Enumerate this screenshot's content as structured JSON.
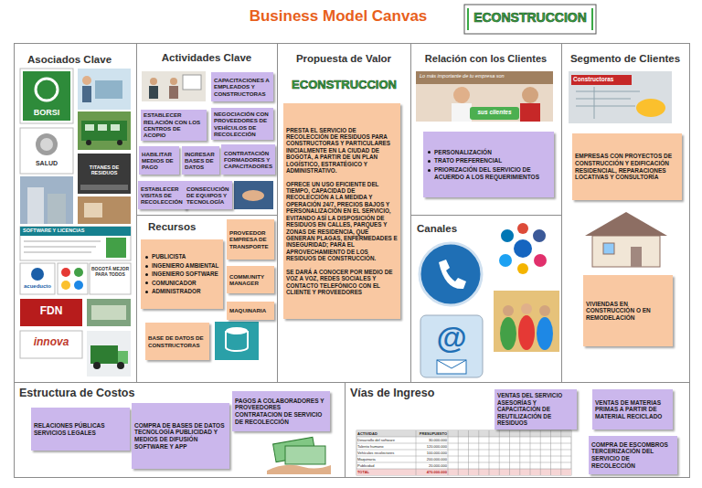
{
  "diagram": {
    "title": "Business Model Canvas",
    "nodes": [
      {
        "text": [
          "Asociados Clave"
        ]
      },
      {
        "text": [
          "Actividades Clave"
        ]
      },
      {
        "text": [
          "CAPACITACIONES A EMPLEADOS Y CONSTRUCTORAS"
        ],
        "in": 1
      },
      {
        "text": [
          "ESTABLECER RELACIÓN CON LOS CENTROS DE ACOPIO"
        ],
        "in": 1
      },
      {
        "text": [
          "NEGOCIACIÓN CON PROVEEDORES DE VEHÍCULOS DE RECOLECCIÓN"
        ],
        "in": 1
      },
      {
        "text": [
          "HABILITAR MEDIOS DE PAGO"
        ],
        "in": 1
      },
      {
        "text": [
          "INGRESAR BASES DE DATOS"
        ],
        "in": 1
      },
      {
        "text": [
          "CONTRATACIÓN FORMADORES Y CAPACITADORES"
        ],
        "in": 1
      },
      {
        "text": [
          "ESTABLECER VISITAS DE RECOLECCIÓN"
        ],
        "in": 1
      },
      {
        "text": [
          "CONSECUCIÓN DE EQUIPOS Y TECNOLOGÍA"
        ],
        "in": 1
      },
      {
        "text": [
          "Recursos"
        ]
      },
      {
        "text": [
          "PUBLICISTA",
          "INGENIERO AMBIENTAL",
          "INGENIERO SOFTWARE",
          "COMUNICADOR",
          "ADMINISTRADOR"
        ],
        "in": 10
      },
      {
        "text": [
          "PROVEEDOR EMPRESA DE TRANSPORTE"
        ],
        "in": 10
      },
      {
        "text": [
          "COMMUNITY MANAGER"
        ],
        "in": 10
      },
      {
        "text": [
          "MAQUINARIA"
        ],
        "in": 10
      },
      {
        "text": [
          "BASE DE DATOS DE CONSTRUCTORAS"
        ],
        "in": 10
      },
      {
        "text": [
          "Propuesta de Valor"
        ]
      },
      {
        "text": [
          "PRESTA EL SERVICIO DE RECOLECCIÓN DE RESIDUOS PARA CONSTRUCTORAS Y PARTICULARES INICIALMENTE EN LA CIUDAD DE BOGOTÁ, A PARTIR DE UN PLAN LOGÍSTICO, ESTRATÉGICO Y ADMINISTRATIVO.",
          "OFRECE UN USO EFICIENTE DEL TIEMPO, CAPACIDAD DE RECOLECCIÓN A LA MEDIDA Y OPERACIÓN 24/7, PRECIOS BAJOS Y PERSONALIZACIÓN EN EL SERVICIO, EVITANDO ASÍ LA DISPOSICIÓN DE RESIDUOS EN CALLES, PARQUES Y ZONAS DE RESIDENCIA, QUE GENERAN PLAGAS, ENFERMEDADES E INSEGURIDAD; PARA EL APROVECHAMIENTO DE LOS RESIDUOS DE CONSTRUCCIÓN.",
          "SE DARÁ A CONOCER POR MEDIO DE VOZ A VOZ, REDES SOCIALES Y CONTACTO TELEFÓNICO CON EL CLIENTE Y PROVEEDORES"
        ],
        "in": 16
      },
      {
        "text": [
          "Relación con los Clientes"
        ]
      },
      {
        "text": [
          "PERSONALIZACIÓN",
          "TRATO PREFERENCIAL",
          "PRIORIZACIÓN DEL SERVICIO DE ACUERDO A LOS REQUERIMIENTOS"
        ],
        "in": 18
      },
      {
        "text": [
          "Canales"
        ]
      },
      {
        "text": [
          "Segmento de Clientes"
        ]
      },
      {
        "text": [
          "EMPRESAS CON PROYECTOS DE CONSTRUCCIÓN Y EDIFICACIÓN RESIDENCIAL, REPARACIONES LOCATIVAS Y CONSULTORÍA"
        ],
        "in": 21
      },
      {
        "text": [
          "VIVIENDAS EN CONSTRUCCIÓN O EN REMODELACIÓN"
        ],
        "in": 21
      },
      {
        "text": [
          "Estructura de Costos"
        ]
      },
      {
        "text": [
          "RELACIONES PÚBLICAS SERVICIOS LEGALES"
        ],
        "in": 24
      },
      {
        "text": [
          "COMPRA DE BASES DE DATOS TECNOLOGÍA PUBLICIDAD Y MEDIOS DE DIFUSIÓN SOFTWARE Y APP"
        ],
        "in": 24
      },
      {
        "text": [
          "PAGOS A COLABORADORES Y PROVEEDORES CONTRATACION DE SERVICIO DE RECOLECCIÓN"
        ],
        "in": 24
      },
      {
        "text": [
          "Vías de Ingreso"
        ]
      },
      {
        "text": [
          "VENTAS DEL SERVICIO ASESORÍAS Y CAPACITACIÓN DE REUTILIZACIÓN DE RESIDUOS"
        ],
        "in": 28
      },
      {
        "text": [
          "VENTAS DE MATERIAS PRIMAS A PARTIR DE MATERIAL RECICLADO"
        ],
        "in": 28
      },
      {
        "text": [
          "COMPRA DE ESCOMBROS TERCERIZACIÓN DEL SERVICIO DE RECOLECCIÓN"
        ],
        "in": 28
      }
    ],
    "labels": [
      "ECONSTRUCCION",
      "ECONSTRUCCION",
      "BORSI",
      "SALUD",
      "TITANES DE RESIDUOS",
      "SOFTWARE Y LICENCIAS",
      "acueducto",
      "BOGOTÁ MEJOR PARA TODOS",
      "FDN",
      "innova",
      "Lo más importante de tu empresa son",
      "sus clientes",
      "@",
      "Constructoras",
      "ACTIVIDAD",
      "PRESUPUESTO",
      "Desarrollo del software",
      "30.000.000",
      "Talento humano",
      "120.000.000",
      "Vehículos recolectores",
      "100.000.000",
      "Maquinaria",
      "200.000.000",
      "Publicidad",
      "20.000.000",
      "TOTAL",
      "470.000.000"
    ]
  }
}
